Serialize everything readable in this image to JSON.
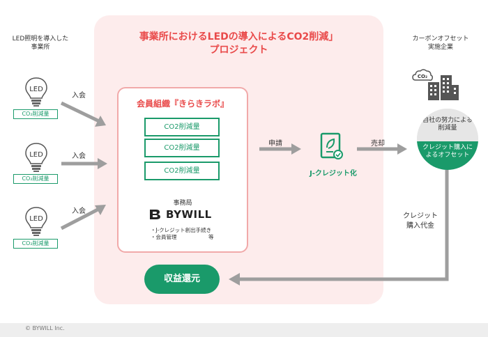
{
  "left_label": [
    "LED照明を導入した",
    "事業所"
  ],
  "right_label": [
    "カーボンオフセット",
    "実施企業"
  ],
  "project_title": [
    "事業所におけるLEDの導入によるCO2削減」",
    "プロジェクト"
  ],
  "org_title": "会員組織『きらきラボ』",
  "co2_reduction": "CO2削減量",
  "led_text": "LED",
  "co2_tag_text": "CO₂削減量",
  "arrow_join": "入会",
  "arrow_apply": "申請",
  "arrow_sell": "売却",
  "jcredit_label": "J-クレジット化",
  "secretariat": "事務局",
  "bywill_logo": "BYWILL",
  "notes": [
    "・J-クレジット創出手続き",
    "・会員管理",
    "等"
  ],
  "circle_top": [
    "自社の努力による",
    "削減量"
  ],
  "circle_bottom": [
    "クレジット購入に",
    "よるオフセット"
  ],
  "credit_payment": [
    "クレジット",
    "購入代金"
  ],
  "revenue_return": "収益還元",
  "co2_icon_text": "CO₂",
  "footer": "© BYWILL Inc.",
  "colors": {
    "accent_red": "#e94a4a",
    "accent_green": "#1a9a6a",
    "arrow_gray": "#9e9e9e",
    "panel_pink": "#fdecec"
  }
}
